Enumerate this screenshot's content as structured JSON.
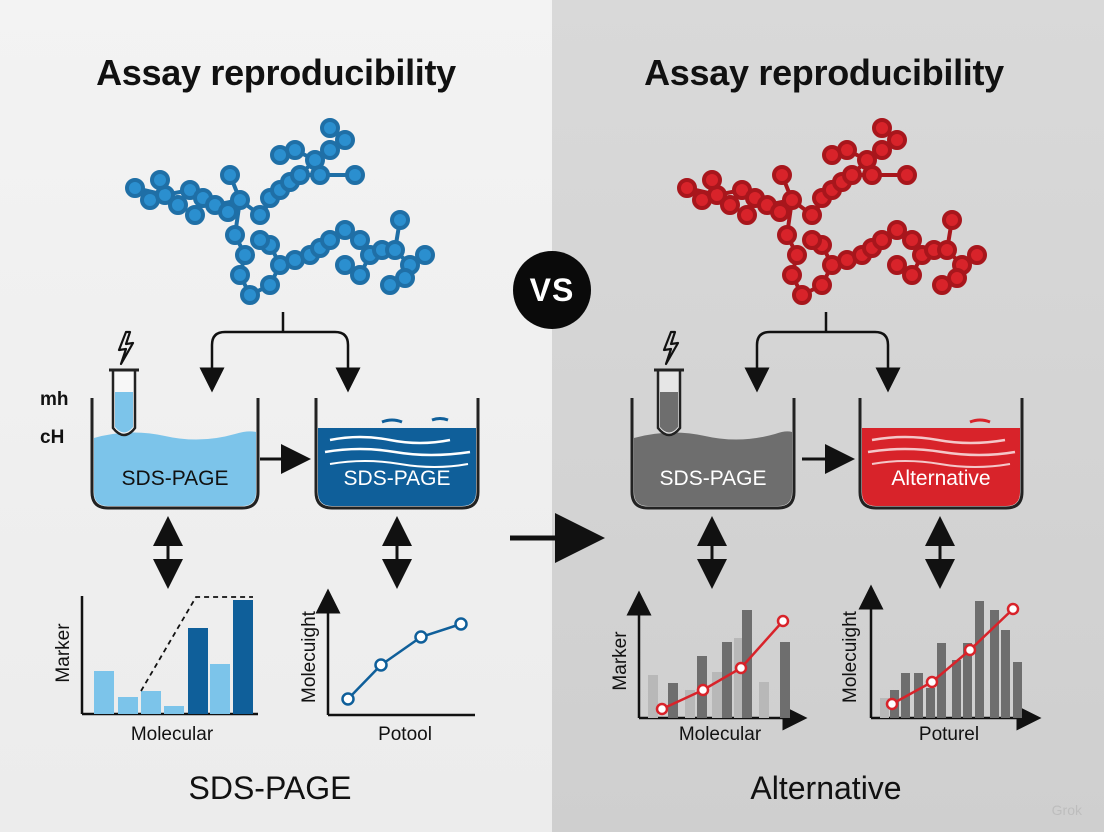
{
  "left": {
    "title": "Assay reproducibility",
    "side_label_top": "mh",
    "side_label_bottom": "cH",
    "tank1_label": "SDS-PAGE",
    "tank2_label": "SDS-PAGE",
    "chart1_xlabel": "Molecular",
    "chart1_ylabel": "Marker",
    "chart2_xlabel": "Potool",
    "chart2_ylabel": "Molecuight",
    "footer": "SDS-PAGE"
  },
  "right": {
    "title": "Assay reproducibility",
    "tank1_label": "SDS-PAGE",
    "tank2_label": "Alternative",
    "chart1_xlabel": "Molecular",
    "chart1_ylabel": "Marker",
    "chart2_xlabel": "Poturel",
    "chart2_ylabel": "Molecuight",
    "footer": "Alternative"
  },
  "vs_label": "VS",
  "watermark": "Grok",
  "colors": {
    "blue_light": "#7cc4ea",
    "blue_dark": "#0f5f9a",
    "molecule_blue": "#2b8fcf",
    "molecule_red": "#d8232a",
    "red": "#d8232a",
    "gray": "#6e6e6e",
    "vs_bg": "#0a0a0a"
  },
  "icons": [
    "lightning-icon",
    "test-tube-icon",
    "molecule-icon",
    "arrow-icon"
  ]
}
